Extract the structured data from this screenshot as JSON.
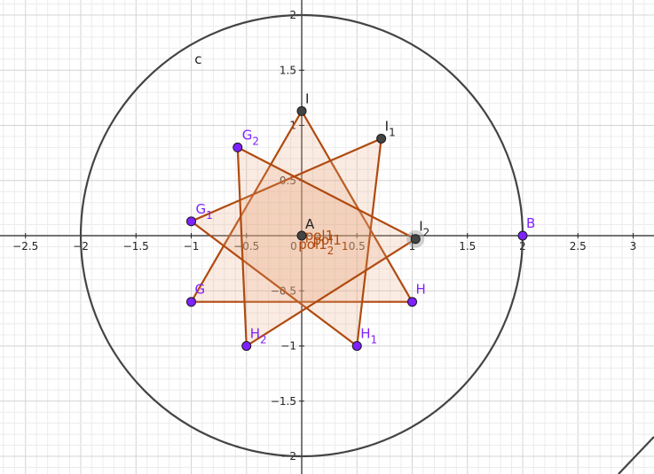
{
  "colors": {
    "grid_minor": "#ececec",
    "grid_major": "#d4d4d4",
    "axis": "#222222",
    "circle": "#444444",
    "polygon_stroke": "#b04a10",
    "polygon_fill": "#e9a880",
    "free_point": "#7f22ff",
    "dependent_point": "#444444",
    "label_point": "#7f22ff",
    "label_dark": "#222222",
    "label_poly": "#b04a10"
  },
  "axes": {
    "x_range": [
      -2.72,
      3.2
    ],
    "y_range": [
      -2.1,
      2.1
    ],
    "x_ticks": [
      {
        "value": -2.5,
        "label": "−2.5"
      },
      {
        "value": -2,
        "label": "−2"
      },
      {
        "value": -1.5,
        "label": "−1.5"
      },
      {
        "value": -1,
        "label": "−1"
      },
      {
        "value": -0.5,
        "label": "−0.5"
      },
      {
        "value": 0,
        "label": "0"
      },
      {
        "value": 0.5,
        "label": "0.5"
      },
      {
        "value": 1,
        "label": "1"
      },
      {
        "value": 1.5,
        "label": "1.5"
      },
      {
        "value": 2,
        "label": "2"
      },
      {
        "value": 2.5,
        "label": "2.5"
      },
      {
        "value": 3,
        "label": "3"
      }
    ],
    "y_ticks": [
      {
        "value": 2,
        "label": "2"
      },
      {
        "value": 1.5,
        "label": "1.5"
      },
      {
        "value": 1,
        "label": "1"
      },
      {
        "value": 0.5,
        "label": "0.5"
      },
      {
        "value": -0.5,
        "label": "−0.5"
      },
      {
        "value": -1,
        "label": "−1"
      },
      {
        "value": -1.5,
        "label": "−1.5"
      },
      {
        "value": -2,
        "label": "−2"
      }
    ]
  },
  "circle": {
    "label": "c",
    "center": [
      0,
      0
    ],
    "radius": 2,
    "label_at": [
      -0.97,
      1.6
    ]
  },
  "points": [
    {
      "id": "A",
      "name": "A",
      "sub": "",
      "x": 0,
      "y": 0,
      "kind": "dependent"
    },
    {
      "id": "B",
      "name": "B",
      "sub": "",
      "x": 2,
      "y": 0,
      "kind": "free"
    },
    {
      "id": "G",
      "name": "G",
      "sub": "",
      "x": -1,
      "y": -0.6,
      "kind": "free"
    },
    {
      "id": "G1",
      "name": "G",
      "sub": "1",
      "x": -1,
      "y": 0.13,
      "kind": "free"
    },
    {
      "id": "G2",
      "name": "G",
      "sub": "2",
      "x": -0.58,
      "y": 0.8,
      "kind": "free"
    },
    {
      "id": "H",
      "name": "H",
      "sub": "",
      "x": 1,
      "y": -0.6,
      "kind": "free"
    },
    {
      "id": "H1",
      "name": "H",
      "sub": "1",
      "x": 0.5,
      "y": -1,
      "kind": "free"
    },
    {
      "id": "H2",
      "name": "H",
      "sub": "2",
      "x": -0.5,
      "y": -1,
      "kind": "free"
    },
    {
      "id": "I",
      "name": "I",
      "sub": "",
      "x": 0,
      "y": 1.13,
      "kind": "dependent"
    },
    {
      "id": "I1",
      "name": "I",
      "sub": "1",
      "x": 0.72,
      "y": 0.88,
      "kind": "dependent"
    },
    {
      "id": "I2",
      "name": "I",
      "sub": "2",
      "x": 1.03,
      "y": -0.03,
      "kind": "dependent",
      "highlight": true
    }
  ],
  "polygons": [
    {
      "name": "pol1",
      "vertices": [
        "G",
        "H",
        "I"
      ]
    },
    {
      "name": "pol1_1",
      "vertices": [
        "G1",
        "H1",
        "I1"
      ]
    },
    {
      "name": "pol1_2",
      "vertices": [
        "G2",
        "H2",
        "I2"
      ]
    }
  ],
  "polygon_labels": [
    {
      "base": "pol1",
      "sub": "",
      "x": 0.03,
      "y": 0.0
    },
    {
      "base": "pol1",
      "sub": "1",
      "x": 0.1,
      "y": -0.04
    },
    {
      "base": "pol1",
      "sub": "2",
      "x": -0.03,
      "y": -0.08
    }
  ]
}
